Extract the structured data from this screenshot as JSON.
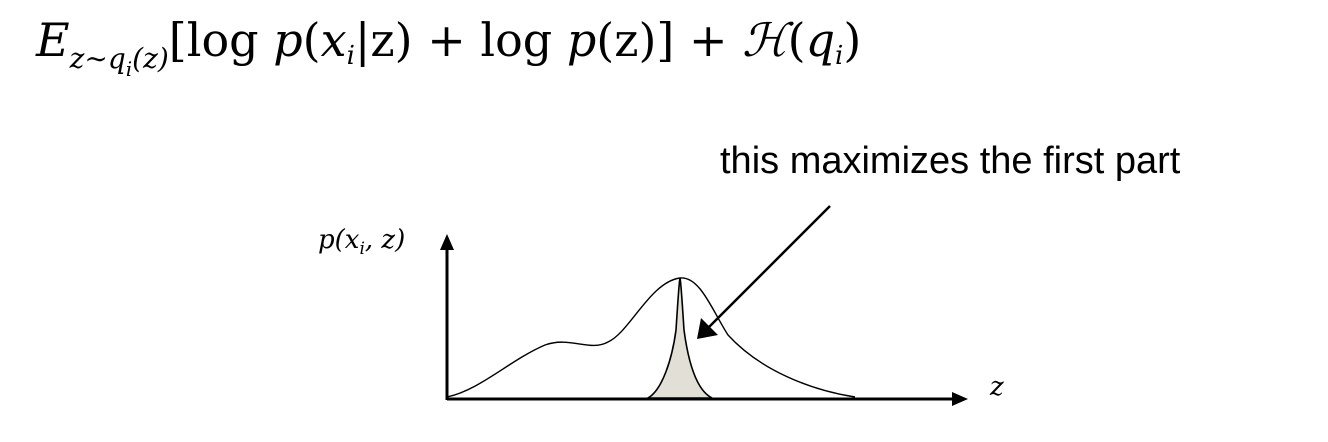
{
  "equation": {
    "E": "E",
    "sub_z": "z",
    "sub_sim": "∼",
    "sub_q": "q",
    "sub_i": "i",
    "sub_arg": "(z)",
    "body_start": "[log ",
    "p1": "p",
    "paren_x": "(",
    "x": "x",
    "x_sub": "i",
    "bar_z": "|z) + log ",
    "p2": "p",
    "pz": "(z)] + ",
    "H": "ℋ",
    "q_open": "(",
    "q": "q",
    "q_sub": "i",
    "q_close": ")"
  },
  "annotation": {
    "text": "this maximizes the first part"
  },
  "axes": {
    "y_label": "p(x",
    "y_label_sub": "i",
    "y_label_end": ", z)",
    "x_label": "z"
  },
  "colors": {
    "peak_fill": "#e2e0d6",
    "stroke": "#000000"
  }
}
